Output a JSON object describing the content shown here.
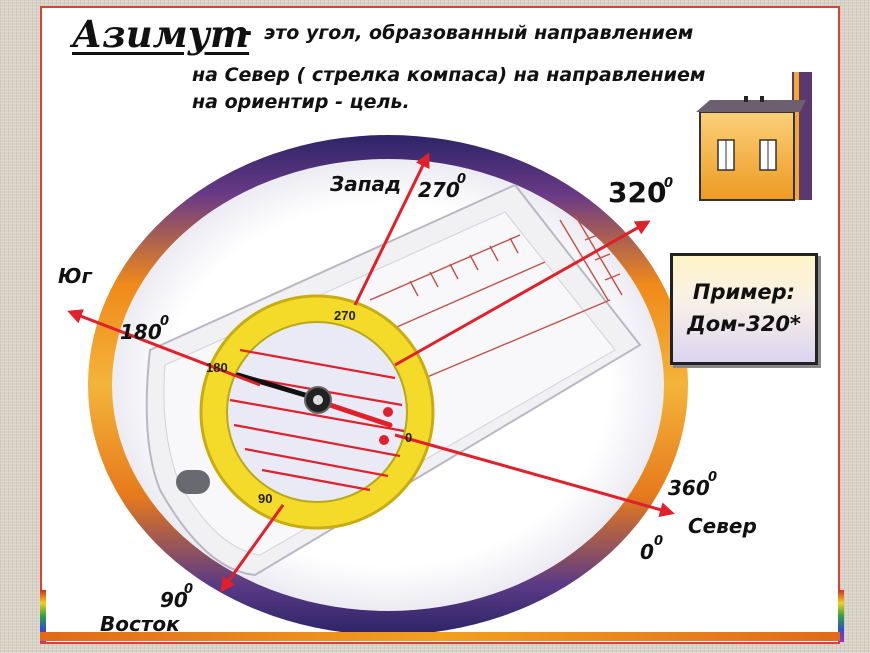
{
  "title": "Азимут",
  "title_dash": "-",
  "definition": {
    "line1": "это угол, образованный направлением",
    "line2": "на Север ( стрелка компаса) на направлением",
    "line3": "на ориентир - цель."
  },
  "directions": {
    "west": "Запад",
    "south": "Юг",
    "east": "Восток",
    "north": "Север"
  },
  "angles": {
    "a270": "270",
    "a180": "180",
    "a90": "90",
    "a360": "360",
    "a0": "0",
    "a320": "320",
    "degree_mark": "0"
  },
  "bezel_numbers": {
    "n270": "270",
    "n180": "180",
    "n90": "90",
    "n0": "0"
  },
  "example": {
    "line1": "Пример:",
    "line2": "Дом-320*"
  },
  "colors": {
    "arrow": "#e0202a",
    "frame": "#e0403a",
    "ring_outer": "#3a2a70",
    "ring_warm": "#f08a1a",
    "bezel": "#f2d820",
    "house_body": "#f3a834",
    "house_wing": "#5a3a6e"
  }
}
